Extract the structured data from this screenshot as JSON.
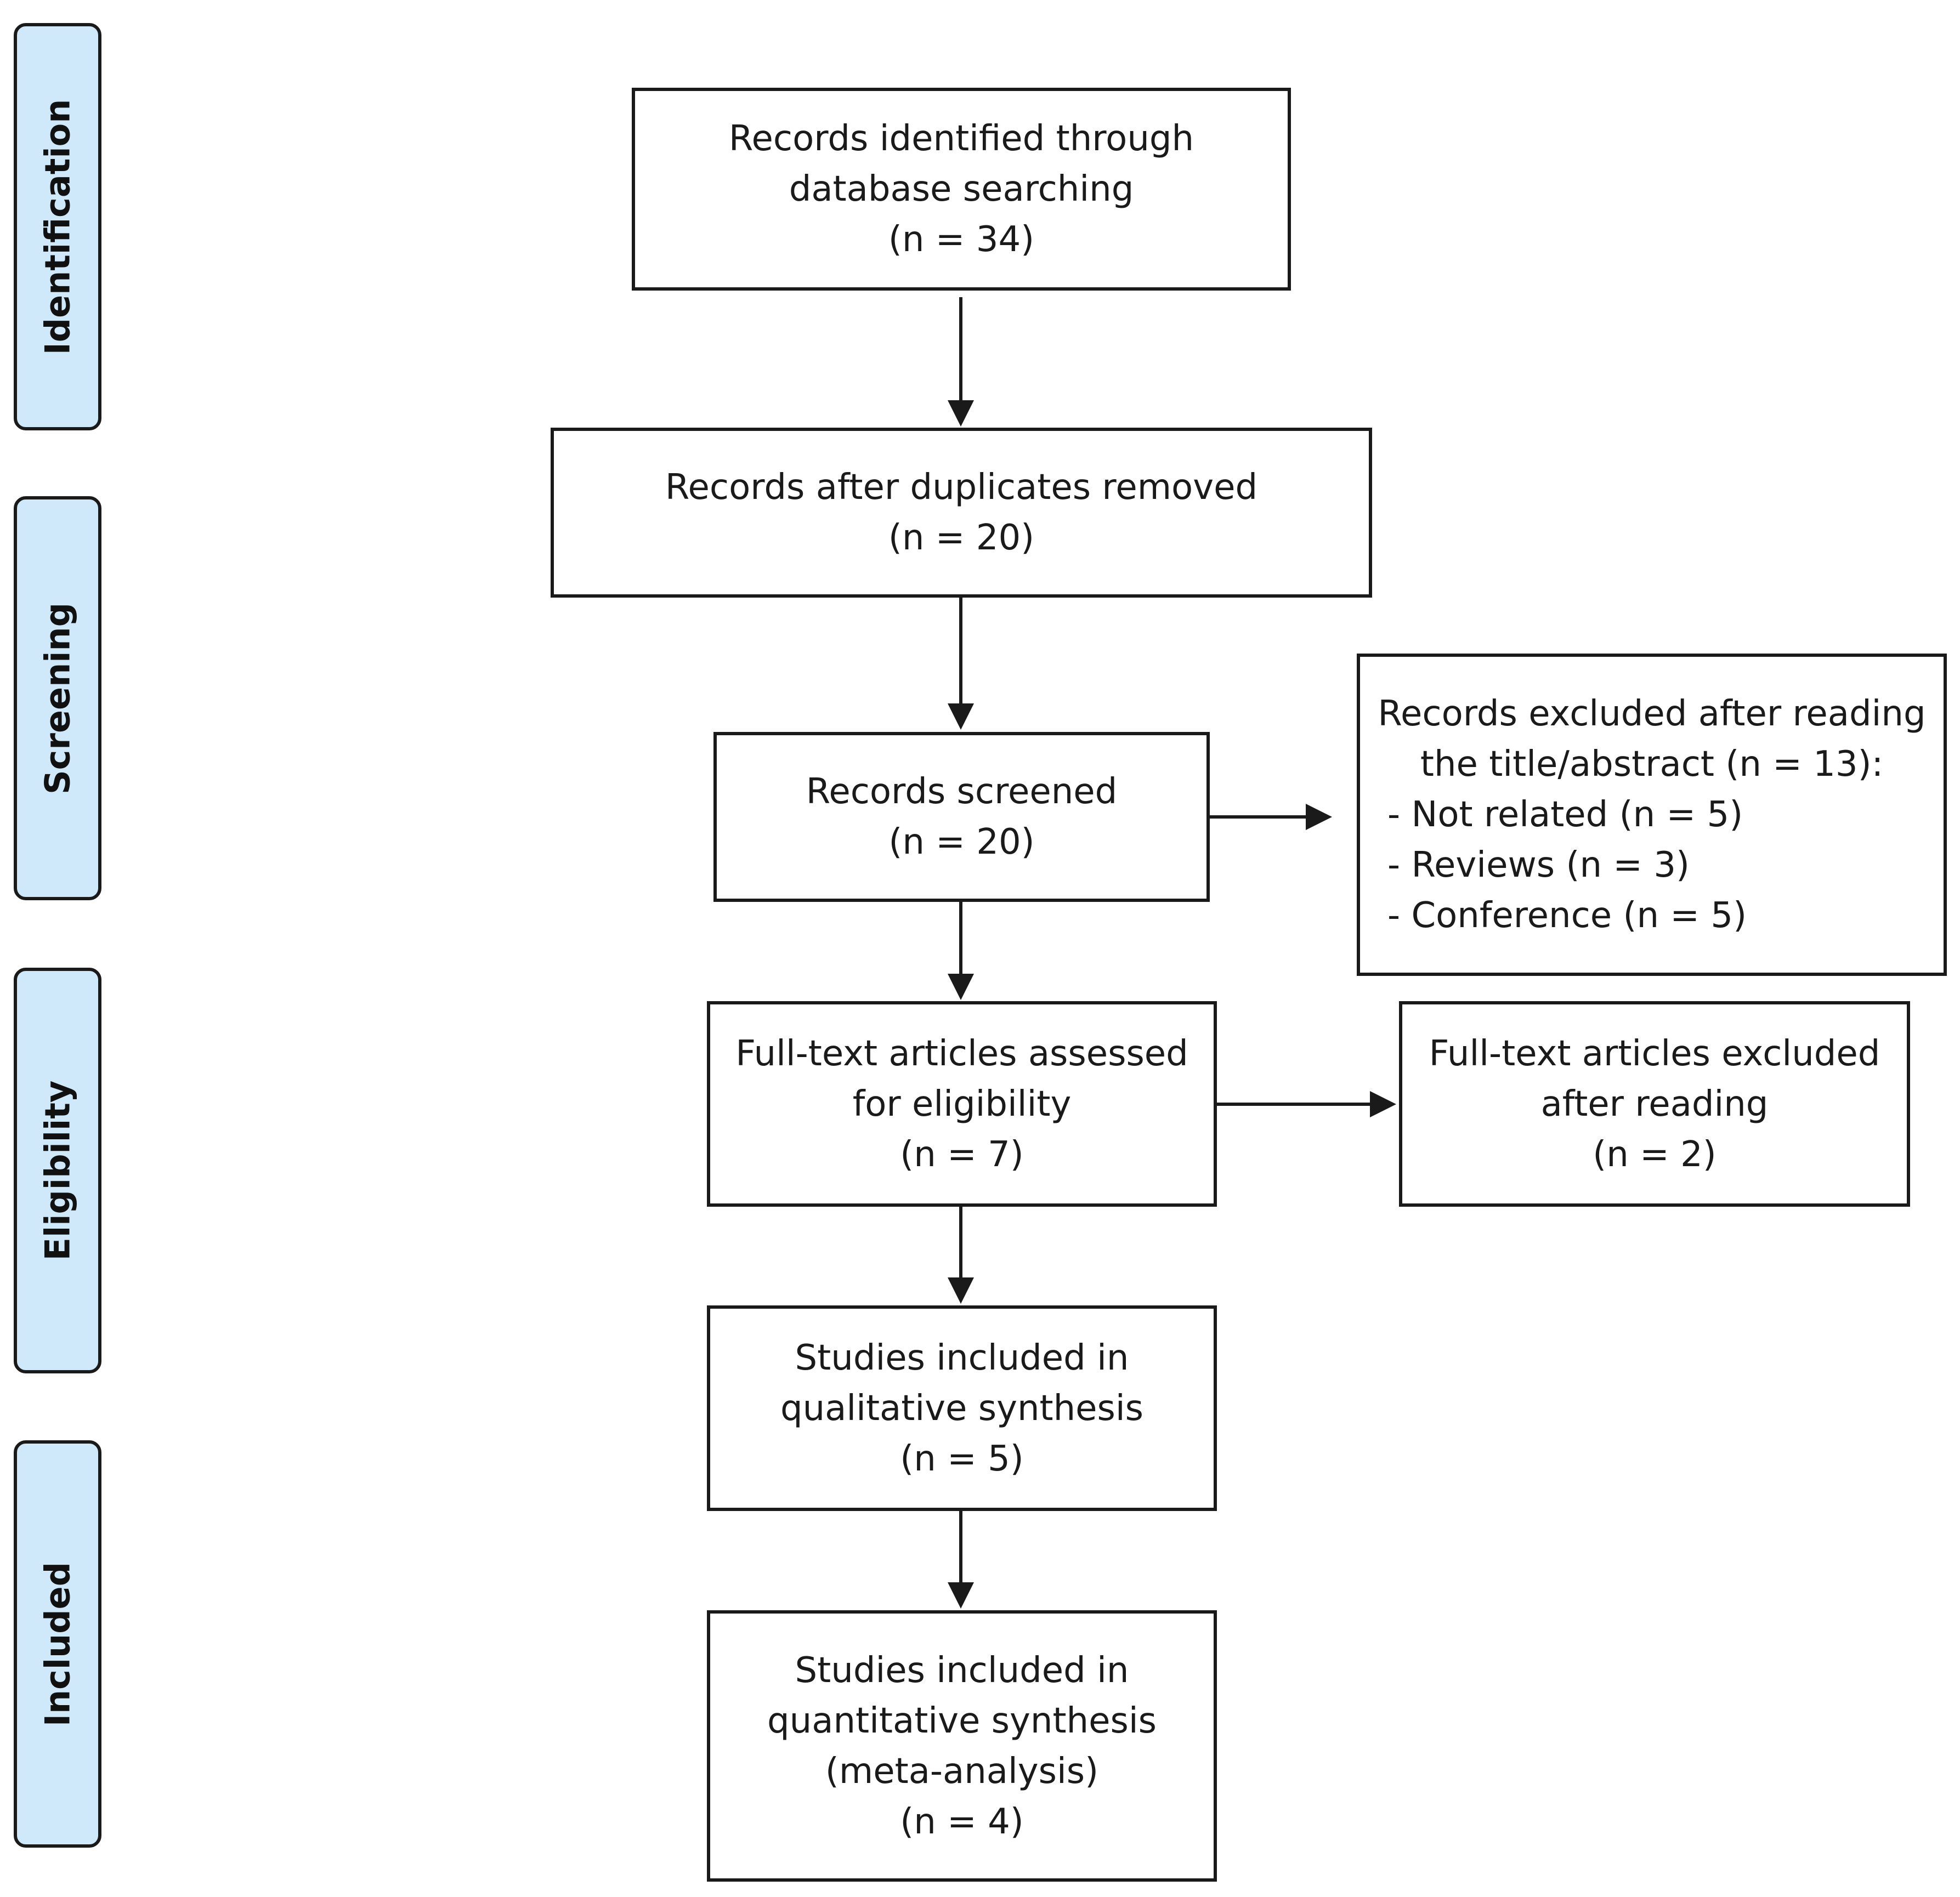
{
  "stages": [
    {
      "label": "Identification"
    },
    {
      "label": "Screening"
    },
    {
      "label": "Eligibility"
    },
    {
      "label": "Included"
    }
  ],
  "boxes": {
    "identified": {
      "lines": [
        "Records identified through",
        "database searching",
        "(n = 34)"
      ]
    },
    "deduplicated": {
      "lines": [
        "Records after duplicates removed",
        "(n = 20)"
      ]
    },
    "screened": {
      "lines": [
        "Records screened",
        "(n = 20)"
      ]
    },
    "excluded_screening": {
      "lines": [
        "Records excluded after reading",
        "the title/abstract (n = 13):",
        "- Not related (n = 5)",
        "- Reviews (n = 3)",
        "- Conference (n = 5)"
      ]
    },
    "fulltext_assessed": {
      "lines": [
        "Full-text articles assessed",
        "for eligibility",
        "(n = 7)"
      ]
    },
    "fulltext_excluded": {
      "lines": [
        "Full-text articles excluded",
        "after reading",
        "(n = 2)"
      ]
    },
    "qualitative": {
      "lines": [
        "Studies included in",
        "qualitative synthesis",
        "(n = 5)"
      ]
    },
    "quantitative": {
      "lines": [
        "Studies included in",
        "quantitative synthesis",
        "(meta-analysis)",
        "(n = 4)"
      ]
    }
  },
  "colors": {
    "stage_fill": "#cfe9fb",
    "stroke": "#1a1a1a"
  }
}
